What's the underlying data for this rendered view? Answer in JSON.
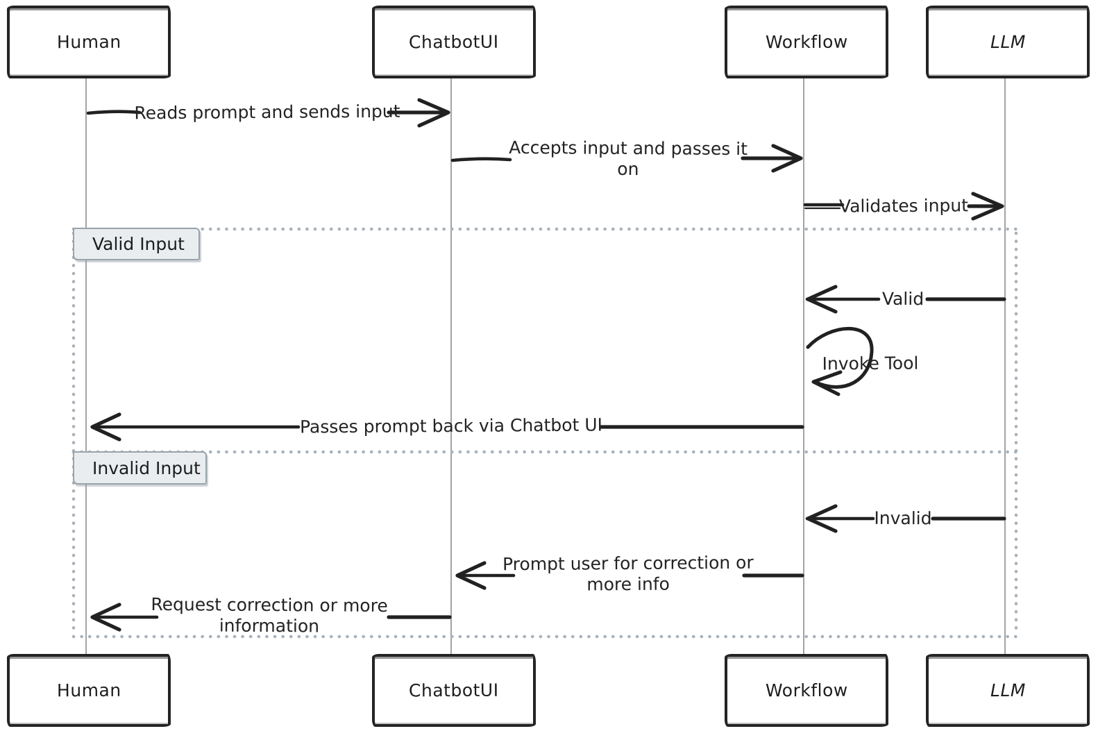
{
  "diagram": {
    "type": "sequence",
    "actors": [
      {
        "id": "human",
        "label": "Human"
      },
      {
        "id": "chatbotui",
        "label": "ChatbotUI"
      },
      {
        "id": "workflow",
        "label": "Workflow"
      },
      {
        "id": "llm",
        "label": "LLM"
      }
    ],
    "messages": [
      {
        "from": "Human",
        "to": "ChatbotUI",
        "label": "Reads prompt and sends input"
      },
      {
        "from": "ChatbotUI",
        "to": "Workflow",
        "label": "Accepts input and passes it on",
        "lines": [
          "Accepts input and passes it",
          "on"
        ]
      },
      {
        "from": "Workflow",
        "to": "LLM",
        "label": "Validates input"
      },
      {
        "from": "LLM",
        "to": "Workflow",
        "label": "Valid"
      },
      {
        "from": "Workflow",
        "to": "Workflow",
        "label": "Invoke Tool",
        "self_message": true
      },
      {
        "from": "Workflow",
        "to": "Human",
        "label": "Passes prompt back via Chatbot UI"
      },
      {
        "from": "LLM",
        "to": "Workflow",
        "label": "Invalid"
      },
      {
        "from": "Workflow",
        "to": "ChatbotUI",
        "label": "Prompt user for correction or more info",
        "lines": [
          "Prompt user for correction or",
          "more info"
        ]
      },
      {
        "from": "ChatbotUI",
        "to": "Human",
        "label": "Request correction or more information",
        "lines": [
          "Request correction or more",
          "information"
        ]
      }
    ],
    "frame": {
      "kind": "alt",
      "sections": [
        {
          "label": "Valid Input"
        },
        {
          "label": "Invalid Input"
        }
      ]
    },
    "colors": {
      "ink": "#222222",
      "lifeline": "#a3a3a3",
      "frame_border": "#a9b2bb",
      "frame_label_bg": "#e9edf0",
      "frame_label_border": "#98a3ab",
      "background": "#ffffff"
    }
  }
}
